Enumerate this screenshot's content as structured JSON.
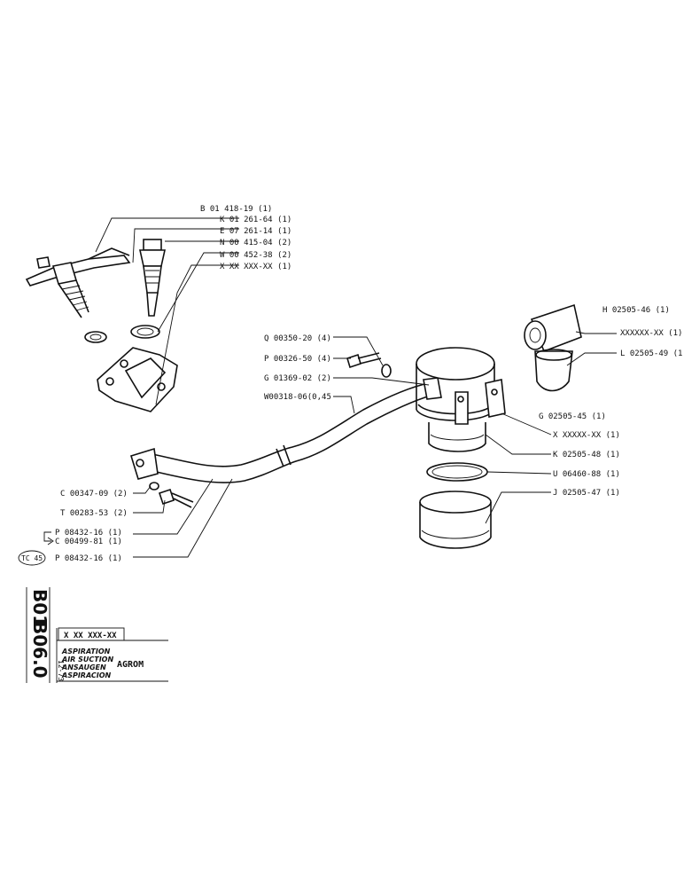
{
  "labels": {
    "b": "B 01 418-19 (1)",
    "k1": "K 01 261-64 (1)",
    "e": "E 07 261-14 (1)",
    "n": "N 00 415-04 (2)",
    "w1": "W 00 452-38 (2)",
    "x1": "X XX XXX-XX (1)",
    "h": "H 02505-46 (1)",
    "x2": "XXXXXX-XX (1)",
    "l": "L 02505-49 (1)",
    "q": "Q 00350-20 (4)",
    "p1": "P 00326-50 (4)",
    "g1": "G 01369-02 (2)",
    "w2": "W00318-06(0,45",
    "g2": "G 02505-45 (1)",
    "x3": "X XXXXX-XX (1)",
    "k2": "K 02505-48 (1)",
    "u": "U 06460-88 (1)",
    "j": "J 02505-47 (1)",
    "c1": "C 00347-09 (2)",
    "t": "T 00283-53 (2)",
    "p2": "P 08432-16 (1)",
    "c2": "C 00499-81 (1)",
    "tc": "TC 45",
    "p3": "P 08432-16 (1)"
  },
  "title_block": {
    "code1": "B01",
    "code2": "B06.0",
    "part_number": "X XX XXX-XX",
    "date": "12-73",
    "name_fr": "ASPIRATION",
    "name_en": "AIR SUCTION",
    "name_de": "ANSAUGEN",
    "name_es": "ASPIRACION",
    "model": "AGROM"
  }
}
